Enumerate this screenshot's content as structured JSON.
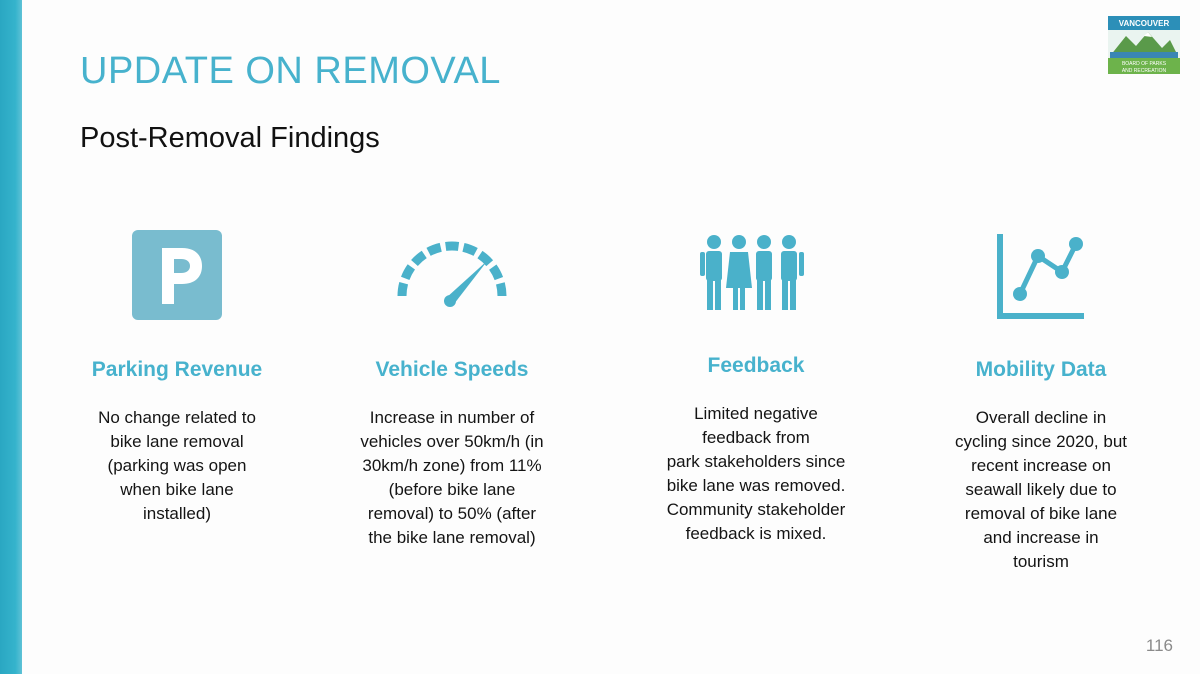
{
  "slide": {
    "title": "UPDATE ON REMOVAL",
    "subtitle": "Post-Removal Findings",
    "page_number": "116",
    "logo": {
      "line1": "VANCOUVER",
      "line2": "BOARD OF PARKS",
      "line3": "AND RECREATION"
    },
    "accent_color": "#47b2cd",
    "columns": [
      {
        "icon": "parking-icon",
        "heading": "Parking Revenue",
        "body": "No change related to\nbike lane removal\n(parking was open\nwhen bike lane\ninstalled)"
      },
      {
        "icon": "speedometer-icon",
        "heading": "Vehicle Speeds",
        "body": "Increase in number of\nvehicles over 50km/h (in\n30km/h zone) from 11%\n(before bike lane\nremoval) to 50% (after\nthe bike lane removal)"
      },
      {
        "icon": "people-icon",
        "heading": "Feedback",
        "body": "Limited negative\nfeedback from\npark stakeholders since\nbike lane was removed.\nCommunity stakeholder\nfeedback is mixed."
      },
      {
        "icon": "line-chart-icon",
        "heading": "Mobility Data",
        "body": "Overall decline in\ncycling since 2020, but\nrecent increase on\nseawall likely due to\nremoval of bike lane\nand increase in\ntourism"
      }
    ]
  }
}
